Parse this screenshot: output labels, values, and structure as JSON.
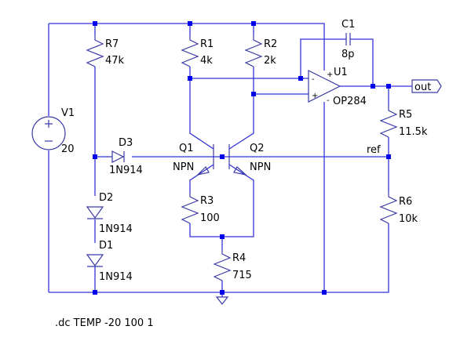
{
  "schematic": {
    "components": {
      "V1": {
        "name": "V1",
        "value": "20"
      },
      "R7": {
        "name": "R7",
        "value": "47k"
      },
      "R1": {
        "name": "R1",
        "value": "4k"
      },
      "R2": {
        "name": "R2",
        "value": "2k"
      },
      "R3": {
        "name": "R3",
        "value": "100"
      },
      "R4": {
        "name": "R4",
        "value": "715"
      },
      "R5": {
        "name": "R5",
        "value": "11.5k"
      },
      "R6": {
        "name": "R6",
        "value": "10k"
      },
      "C1": {
        "name": "C1",
        "value": "8p"
      },
      "D1": {
        "name": "D1",
        "value": "1N914"
      },
      "D2": {
        "name": "D2",
        "value": "1N914"
      },
      "D3": {
        "name": "D3",
        "value": "1N914"
      },
      "Q1": {
        "name": "Q1",
        "value": "NPN"
      },
      "Q2": {
        "name": "Q2",
        "value": "NPN"
      },
      "U1": {
        "name": "U1",
        "value": "OP284"
      }
    },
    "net_labels": {
      "out": "out",
      "ref": "ref"
    },
    "pin_marks": {
      "plus": "+",
      "minus": "−",
      "opamp_plus": "+",
      "opamp_minus": "-",
      "supply_plus": "+",
      "supply_minus": "-"
    },
    "directive": ".dc TEMP -20 100 1"
  }
}
